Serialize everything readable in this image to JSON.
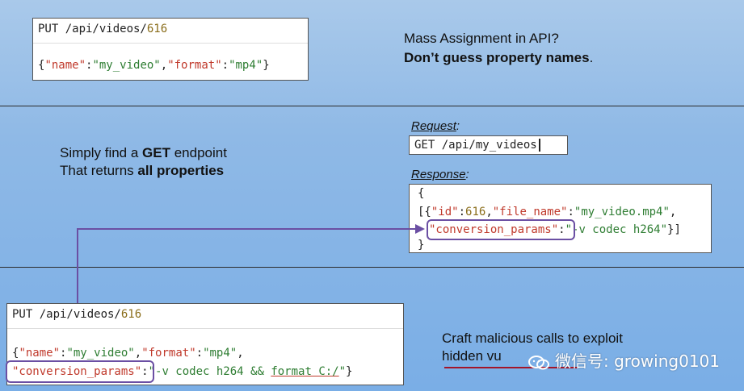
{
  "section1": {
    "request": {
      "method_path": "PUT /api/videos/",
      "id": "616",
      "body": {
        "open_brace": "{",
        "key_name": "\"name\"",
        "colon1": ":",
        "val_name": "\"my_video\"",
        "comma1": ",",
        "key_format": "\"format\"",
        "colon2": ":",
        "val_format": "\"mp4\"",
        "close_brace": "}"
      }
    },
    "title_line1": "Mass Assignment in API?",
    "title_line2": "Don’t guess property names",
    "title_period": "."
  },
  "section2": {
    "left_line1_prefix": "Simply find a ",
    "left_line1_bold": "GET",
    "left_line1_suffix": " endpoint",
    "left_line2_prefix": "That returns ",
    "left_line2_bold": "all properties",
    "request_label": "Request",
    "request_colon": ":",
    "request_value": "GET /api/my_videos",
    "response_label": "Response",
    "response_colon": ":",
    "response": {
      "open": "{",
      "row2_start": "[{",
      "key_id": "\"id\"",
      "colon": ":",
      "val_id": "616",
      "comma": ",",
      "key_file": "\"file_name\"",
      "val_file": "\"my_video.mp4\"",
      "comma2": ",",
      "key_conv": "\"conversion_params\"",
      "val_conv": "\"-v codec h264\"",
      "row3_end": "}]",
      "close": "}"
    }
  },
  "section3": {
    "method_path": "PUT /api/videos/",
    "id": "616",
    "line1": {
      "open": "{",
      "key_name": "\"name\"",
      "colon": ":",
      "val_name": "\"my_video\"",
      "comma": ",",
      "key_format": "\"format\"",
      "val_format": "\"mp4\"",
      "comma2": ","
    },
    "line2": {
      "key_conv": "\"conversion_params\"",
      "colon": ":",
      "val_part1": "\"-v codec h264 && ",
      "val_part2": "format C:/",
      "val_part3": "\"",
      "close": "}"
    },
    "craft_line1": "Craft malicious calls to exploit",
    "craft_line2": "hidden vu"
  },
  "watermark": "微信号: growing0101",
  "colors": {
    "key": "#c0392b",
    "value": "#2e7d32",
    "number": "#8a6d1a",
    "highlight": "#6b4fa3"
  }
}
